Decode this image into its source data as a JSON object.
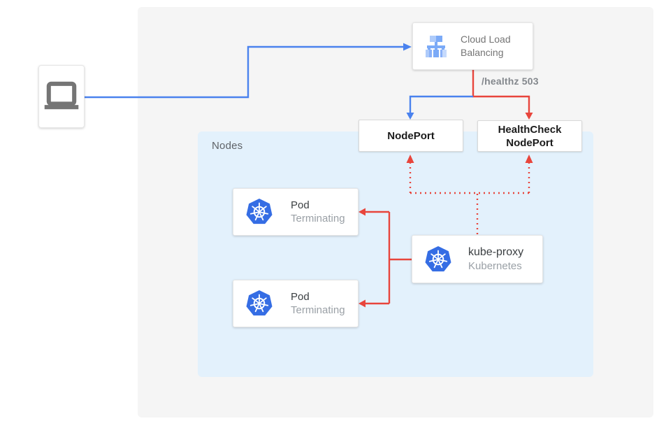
{
  "client": {
    "icon": "laptop-icon"
  },
  "cloud_load_balancing": {
    "line1": "Cloud Load",
    "line2": "Balancing",
    "icon": "cloud-load-balancing-icon"
  },
  "health_check_label": "/healthz 503",
  "nodeport": {
    "label": "NodePort"
  },
  "healthcheck_nodeport": {
    "line1": "HealthCheck",
    "line2": "NodePort"
  },
  "nodes_panel": {
    "label": "Nodes"
  },
  "pods": [
    {
      "title": "Pod",
      "status": "Terminating",
      "icon": "kubernetes-icon"
    },
    {
      "title": "Pod",
      "status": "Terminating",
      "icon": "kubernetes-icon"
    }
  ],
  "kube_proxy": {
    "title": "kube-proxy",
    "subtitle": "Kubernetes",
    "icon": "kubernetes-icon"
  },
  "colors": {
    "traffic_blue": "#4a82ee",
    "health_red": "#e8453c",
    "nodes_panel_bg": "#e3f1fc",
    "outer_panel_bg": "#f5f5f5",
    "kubernetes_blue": "#356de4"
  }
}
